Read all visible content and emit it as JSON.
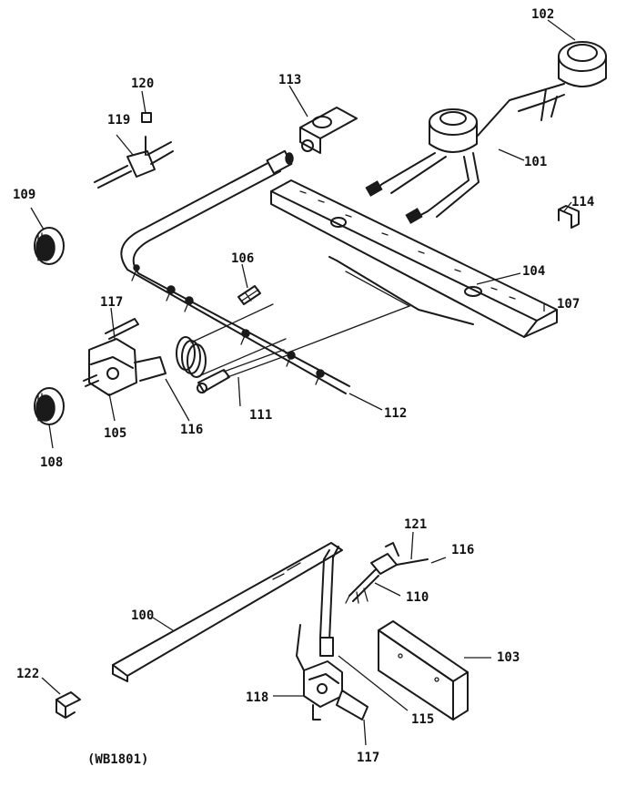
{
  "diagram": {
    "caption": "(WB1801)",
    "labels": {
      "p100": "100",
      "p101": "101",
      "p102": "102",
      "p103": "103",
      "p104": "104",
      "p105": "105",
      "p106": "106",
      "p107": "107",
      "p108": "108",
      "p109": "109",
      "p110": "110",
      "p111": "111",
      "p112": "112",
      "p113": "113",
      "p114": "114",
      "p115": "115",
      "p116a": "116",
      "p116b": "116",
      "p117a": "117",
      "p117b": "117",
      "p118": "118",
      "p119": "119",
      "p120": "120",
      "p121": "121",
      "p122": "122"
    }
  }
}
